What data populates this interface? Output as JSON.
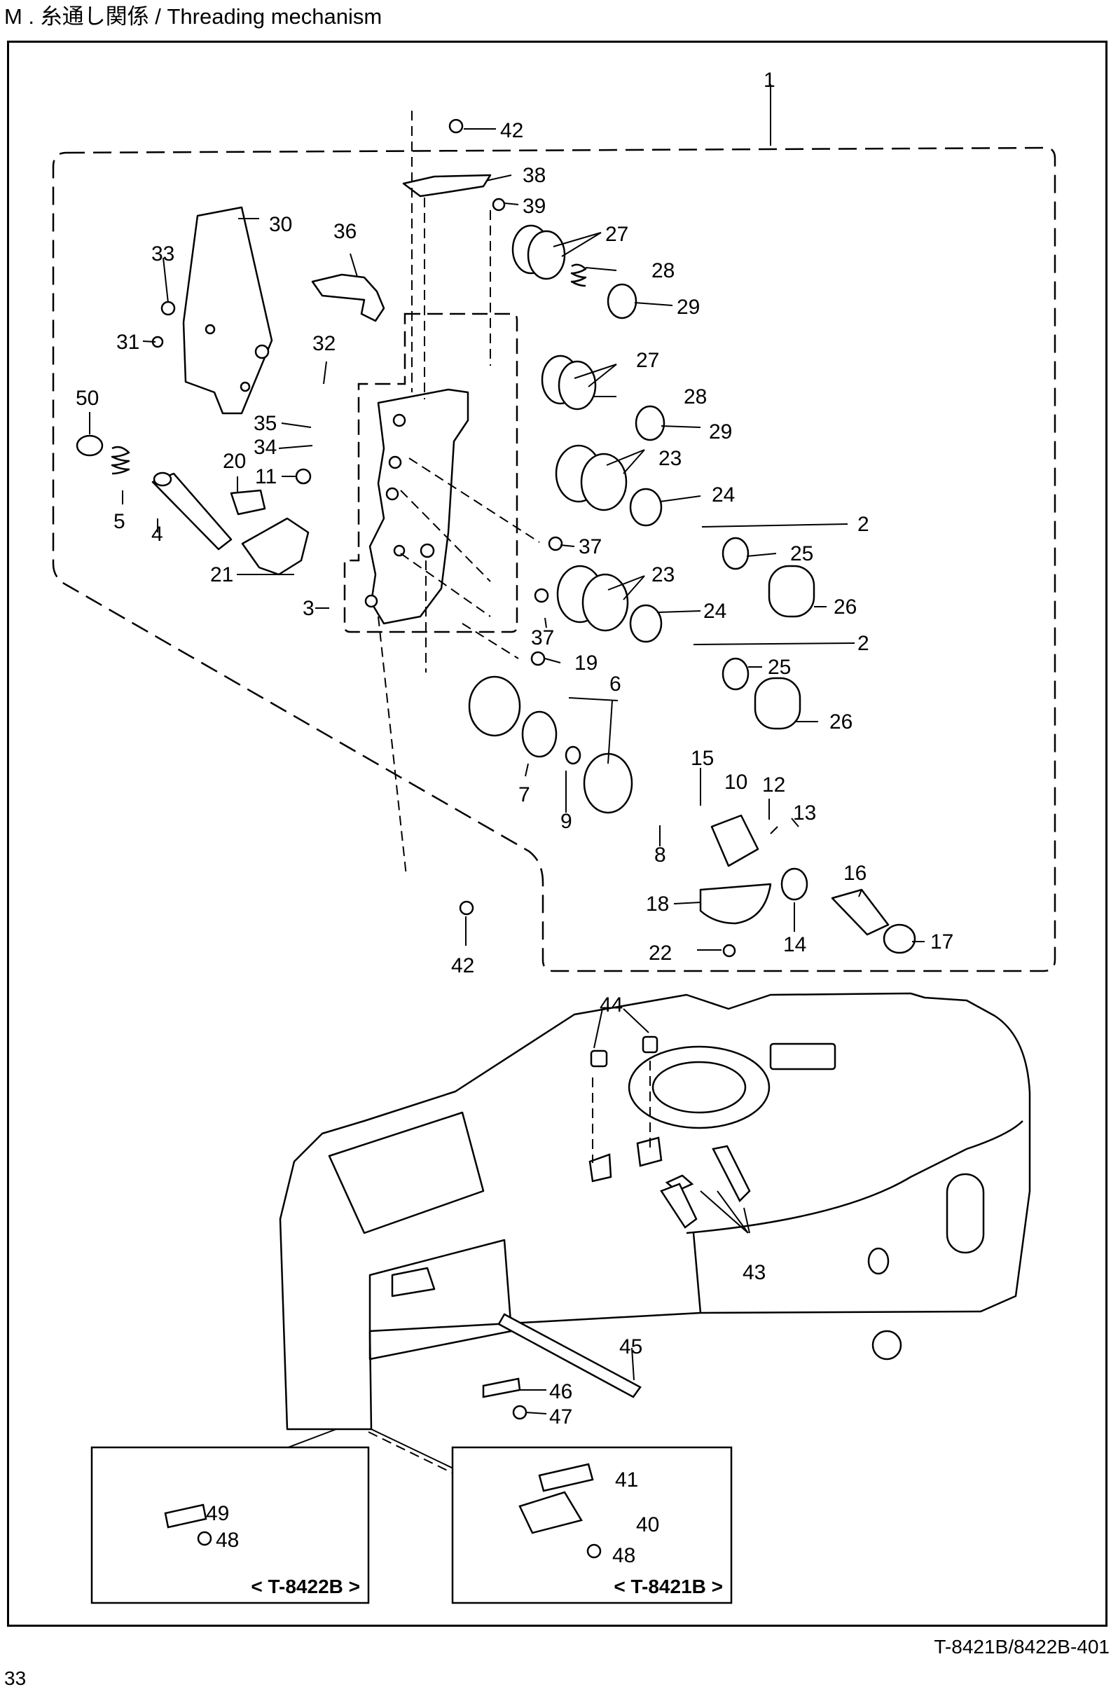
{
  "header": {
    "title": "M . 糸通し関係 / Threading mechanism"
  },
  "footer": {
    "model_code": "T-8421B/8422B-401",
    "page_number": "33"
  },
  "insets": [
    {
      "label": "< T-8422B >"
    },
    {
      "label": "< T-8421B >"
    }
  ],
  "callouts": [
    {
      "text": "1"
    },
    {
      "text": "42"
    },
    {
      "text": "38"
    },
    {
      "text": "39"
    },
    {
      "text": "27"
    },
    {
      "text": "28"
    },
    {
      "text": "29"
    },
    {
      "text": "30"
    },
    {
      "text": "36"
    },
    {
      "text": "33"
    },
    {
      "text": "31"
    },
    {
      "text": "32"
    },
    {
      "text": "27"
    },
    {
      "text": "28"
    },
    {
      "text": "29"
    },
    {
      "text": "50"
    },
    {
      "text": "35"
    },
    {
      "text": "34"
    },
    {
      "text": "23"
    },
    {
      "text": "20"
    },
    {
      "text": "11"
    },
    {
      "text": "24"
    },
    {
      "text": "5"
    },
    {
      "text": "4"
    },
    {
      "text": "2"
    },
    {
      "text": "37"
    },
    {
      "text": "25"
    },
    {
      "text": "21"
    },
    {
      "text": "23"
    },
    {
      "text": "26"
    },
    {
      "text": "3"
    },
    {
      "text": "24"
    },
    {
      "text": "37"
    },
    {
      "text": "2"
    },
    {
      "text": "19"
    },
    {
      "text": "25"
    },
    {
      "text": "6"
    },
    {
      "text": "26"
    },
    {
      "text": "15"
    },
    {
      "text": "10"
    },
    {
      "text": "12"
    },
    {
      "text": "7"
    },
    {
      "text": "13"
    },
    {
      "text": "9"
    },
    {
      "text": "8"
    },
    {
      "text": "16"
    },
    {
      "text": "18"
    },
    {
      "text": "14"
    },
    {
      "text": "17"
    },
    {
      "text": "22"
    },
    {
      "text": "42"
    },
    {
      "text": "44"
    },
    {
      "text": "43"
    },
    {
      "text": "45"
    },
    {
      "text": "46"
    },
    {
      "text": "47"
    },
    {
      "text": "41"
    },
    {
      "text": "49"
    },
    {
      "text": "40"
    },
    {
      "text": "48"
    },
    {
      "text": "48"
    }
  ]
}
